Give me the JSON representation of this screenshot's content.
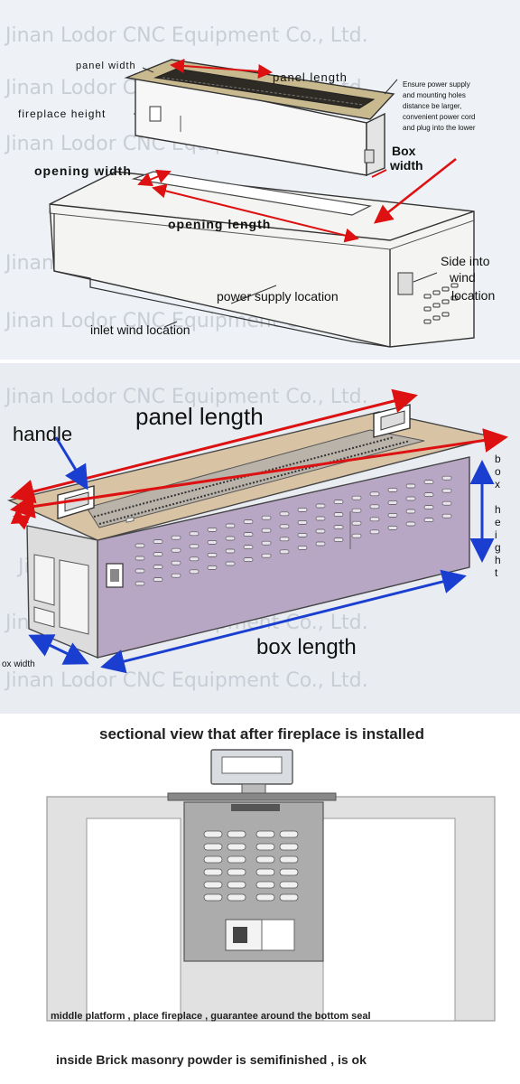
{
  "watermark": "Jinan Lodor CNC Equipment Co., Ltd.",
  "diagram1": {
    "panel_width": "panel width",
    "panel_length": "panel length",
    "fireplace_height": "fireplace height",
    "note_lines": [
      "Ensure power supply",
      "and mounting holes",
      "distance be larger,",
      "convenient power cord",
      "and plug into the lower"
    ],
    "box_width_line1": "Box",
    "box_width_line2": "width",
    "opening_width": "opening width",
    "opening_length": "opening length",
    "side_wind_line1": "Side into",
    "side_wind_line2": "wind",
    "side_wind_line3": "location",
    "power_supply": "power supply location",
    "inlet_wind": "inlet wind location"
  },
  "diagram2": {
    "handle": "handle",
    "panel_length": "panel length",
    "box_height_letters": [
      "b",
      "o",
      "x",
      "h",
      "e",
      "i",
      "g",
      "h",
      "t"
    ],
    "box_length": "box length",
    "box_width": "ox width"
  },
  "diagram3": {
    "title": "sectional view that after fireplace is installed",
    "caption1": "middle platform , place fireplace ,   guarantee around the bottom seal",
    "caption2": "inside Brick masonry powder is semifinished , is ok"
  }
}
